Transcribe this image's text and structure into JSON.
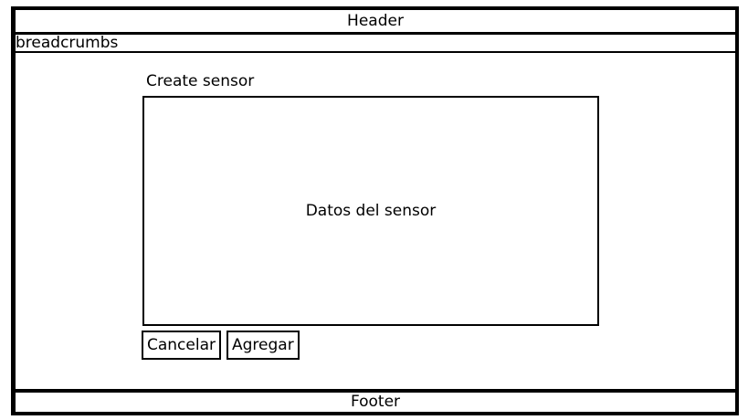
{
  "header": {
    "title": "Header"
  },
  "breadcrumbs": {
    "text": "breadcrumbs"
  },
  "main": {
    "title": "Create sensor",
    "panel_text": "Datos del sensor",
    "cancel_label": "Cancelar",
    "add_label": "Agregar"
  },
  "footer": {
    "text": "Footer"
  }
}
